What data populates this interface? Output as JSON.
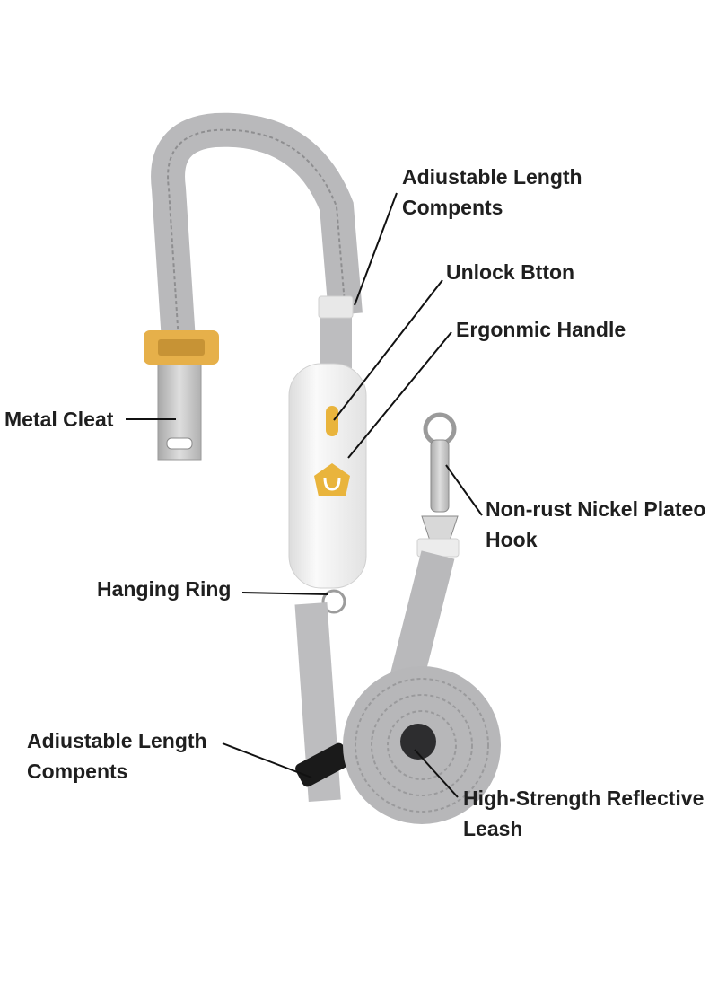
{
  "labels": {
    "adjustable_top": {
      "line1": "Adiustable Length",
      "line2": "Compents"
    },
    "unlock_button": {
      "line1": "Unlock Btton"
    },
    "ergonomic_handle": {
      "line1": "Ergonmic Handle"
    },
    "metal_cleat": {
      "line1": "Metal Cleat"
    },
    "nickel_hook": {
      "line1": "Non-rust Nickel Plateo",
      "line2": "Hook"
    },
    "hanging_ring": {
      "line1": "Hanging Ring"
    },
    "adjustable_bottom": {
      "line1": "Adiustable Length",
      "line2": "Compents"
    },
    "reflective_leash": {
      "line1": "High-Strength Reflective",
      "line2": "Leash"
    }
  },
  "colors": {
    "strap": "#b9b9bb",
    "strap_stitch": "#8e8e90",
    "handle": "#f3f3f3",
    "accent": "#e9b43c",
    "metal": "#c9c9c9",
    "buckle": "#e6b04a",
    "adjuster": "#1a1a1a",
    "text": "#1f1f1f"
  }
}
